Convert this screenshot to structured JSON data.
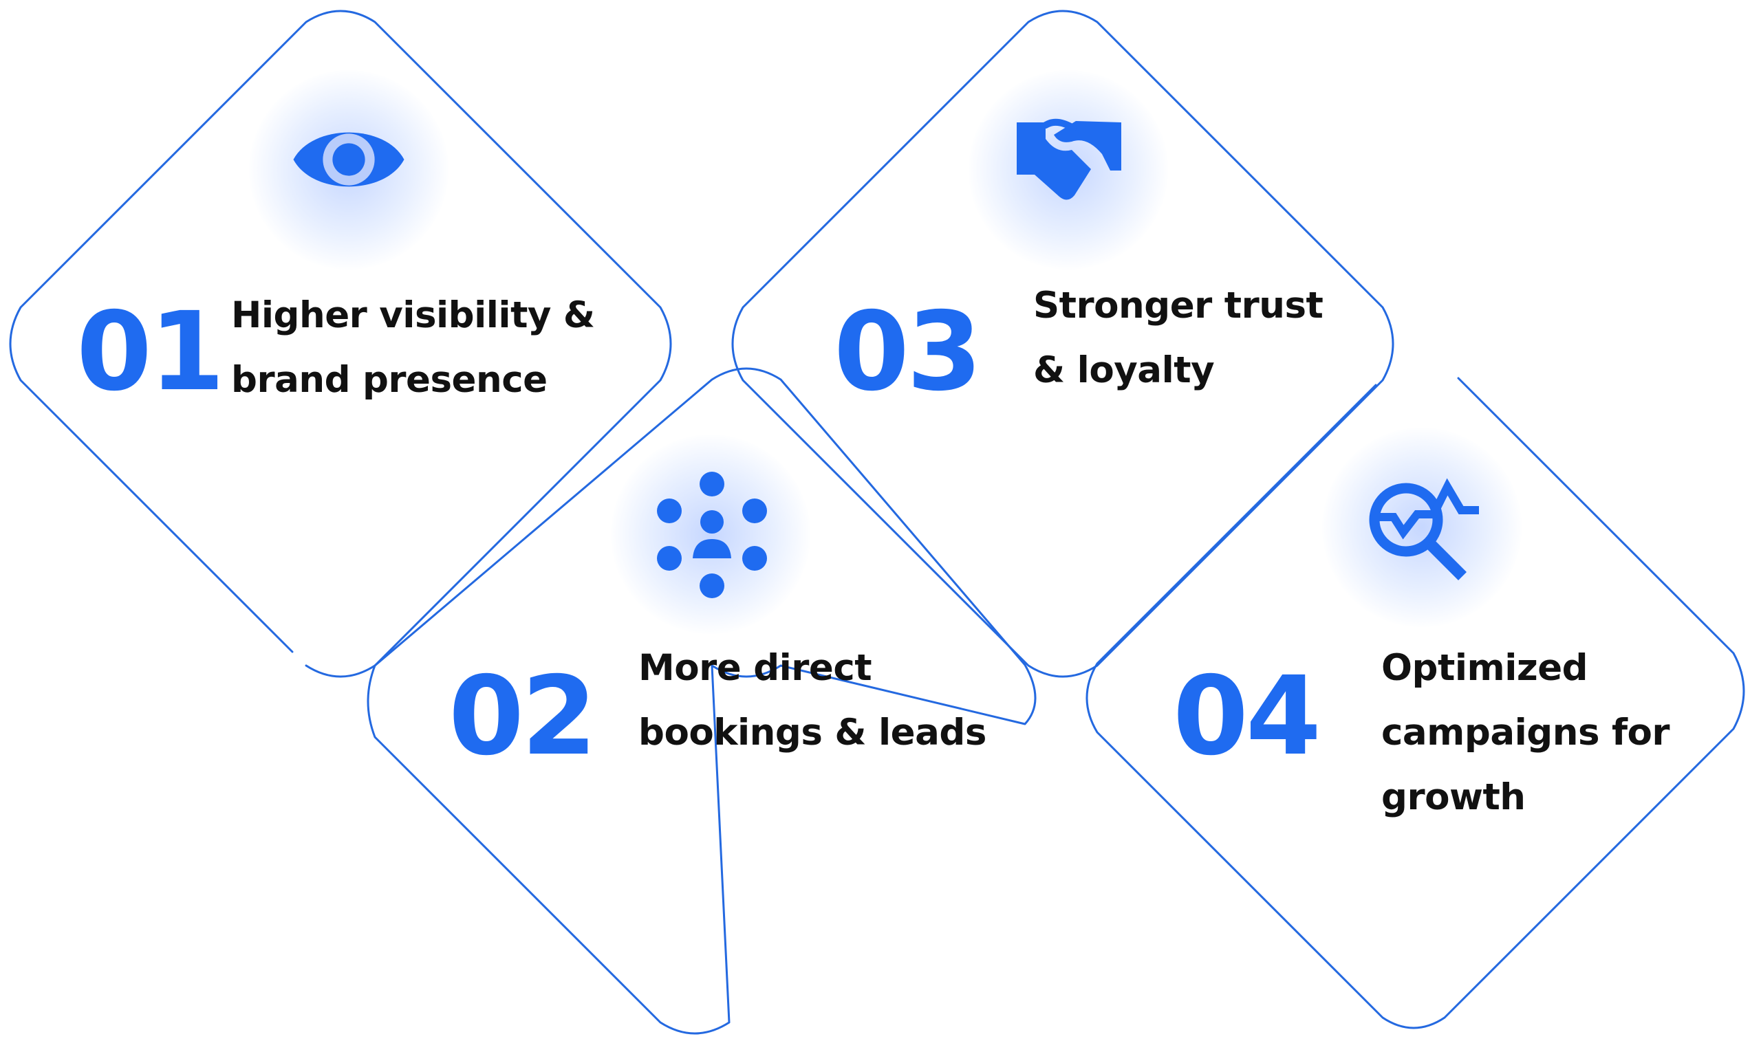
{
  "colors": {
    "accent": "#1f6bf0",
    "outline": "#2469e0",
    "text": "#111111",
    "background": "#ffffff"
  },
  "benefits": [
    {
      "number": "01",
      "icon": "eye-icon",
      "lines": [
        "Higher visibility &",
        "brand presence"
      ]
    },
    {
      "number": "02",
      "icon": "network-people-icon",
      "lines": [
        "More direct",
        "bookings & leads"
      ]
    },
    {
      "number": "03",
      "icon": "handshake-icon",
      "lines": [
        "Stronger trust",
        "& loyalty"
      ]
    },
    {
      "number": "04",
      "icon": "analytics-search-icon",
      "lines": [
        "Optimized",
        "campaigns for",
        "growth"
      ]
    }
  ]
}
